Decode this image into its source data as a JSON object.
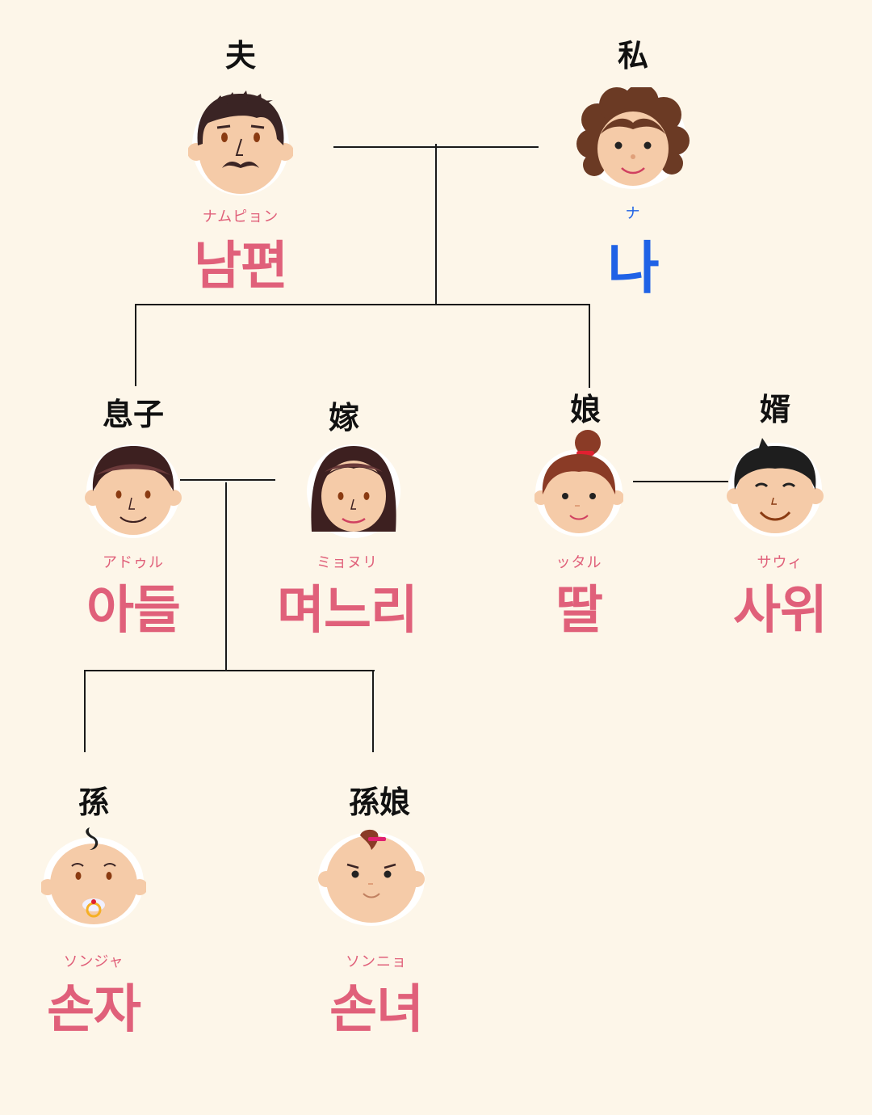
{
  "colors": {
    "background": "#fdf6e9",
    "korean_text": "#e0607a",
    "self_text": "#1f62e6",
    "lines": "#1a1a1a",
    "skin": "#f5cba8"
  },
  "people": {
    "husband": {
      "jp": "夫",
      "ruby": "ナムピョン",
      "kr": "남편",
      "icon": "man-with-mustache-icon"
    },
    "me": {
      "jp": "私",
      "ruby": "ナ",
      "kr": "나",
      "icon": "woman-curly-hair-icon"
    },
    "son": {
      "jp": "息子",
      "ruby": "アドゥル",
      "kr": "아들",
      "icon": "young-man-icon"
    },
    "daughter_in_law": {
      "jp": "嫁",
      "ruby": "ミョヌリ",
      "kr": "며느리",
      "icon": "young-woman-icon"
    },
    "daughter": {
      "jp": "娘",
      "ruby": "ッタル",
      "kr": "딸",
      "icon": "girl-with-bun-icon"
    },
    "son_in_law": {
      "jp": "婿",
      "ruby": "サウィ",
      "kr": "사위",
      "icon": "man-black-hair-icon"
    },
    "grandson": {
      "jp": "孫",
      "ruby": "ソンジャ",
      "kr": "손자",
      "icon": "baby-boy-icon"
    },
    "granddaughter": {
      "jp": "孫娘",
      "ruby": "ソンニョ",
      "kr": "손녀",
      "icon": "baby-girl-icon"
    }
  }
}
